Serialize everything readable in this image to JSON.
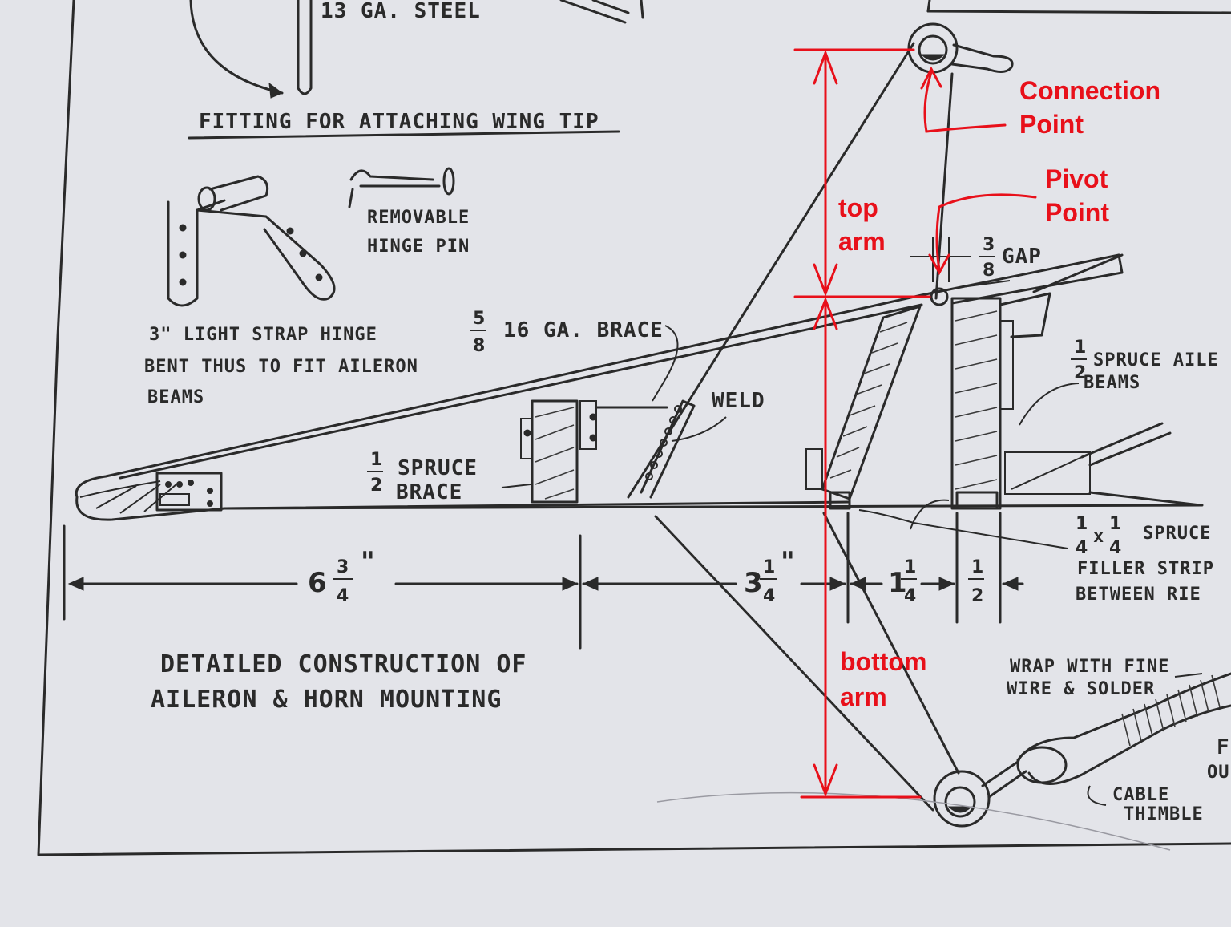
{
  "labels": {
    "steel": "13 GA. STEEL",
    "wing_tip_title": "FITTING FOR ATTACHING WING TIP",
    "hinge_pin_line1": "REMOVABLE",
    "hinge_pin_line2": "HINGE PIN",
    "strap_hinge_line1": "3\" LIGHT STRAP HINGE",
    "strap_hinge_line2": "BENT THUS TO FIT AILERON",
    "strap_hinge_line3": "BEAMS",
    "brace_16ga": "16 GA. BRACE",
    "weld": "WELD",
    "spruce_brace_line1": "SPRUCE",
    "spruce_brace_line2": "BRACE",
    "spruce_beams_line1": "SPRUCE AILE",
    "spruce_beams_line2": "BEAMS",
    "gap": "GAP",
    "filler_line1": "SPRUCE",
    "filler_line2": "FILLER STRIP",
    "filler_line3": "BETWEEN RIE",
    "wrap_line1": "WRAP WITH FINE",
    "wrap_line2": "WIRE & SOLDER",
    "cable_line1": "CABLE",
    "cable_line2": "THIMBLE",
    "title_line1": "DETAILED CONSTRUCTION OF",
    "title_line2": "AILERON & HORN MOUNTING",
    "edge_f": "F",
    "edge_ou": "OU"
  },
  "fractions": {
    "half_num": "1",
    "half_den": "2",
    "quarter_num": "1",
    "quarter_den": "4",
    "five_eighths_num": "5",
    "five_eighths_den": "8",
    "three_eighths_num": "3",
    "three_eighths_den": "8",
    "three_quarters_num": "3",
    "three_quarters_den": "4"
  },
  "dimensions": {
    "d1_whole": "6",
    "d2_whole": "3",
    "d3_whole": "1"
  },
  "annotations": {
    "connection_line1": "Connection",
    "connection_line2": "Point",
    "pivot_line1": "Pivot",
    "pivot_line2": "Point",
    "top_arm_line1": "top",
    "top_arm_line2": "arm",
    "bottom_arm_line1": "bottom",
    "bottom_arm_line2": "arm"
  },
  "colors": {
    "paper": "#e3e4e9",
    "ink": "#2a2a2a",
    "annotation_red": "#e8101a"
  }
}
